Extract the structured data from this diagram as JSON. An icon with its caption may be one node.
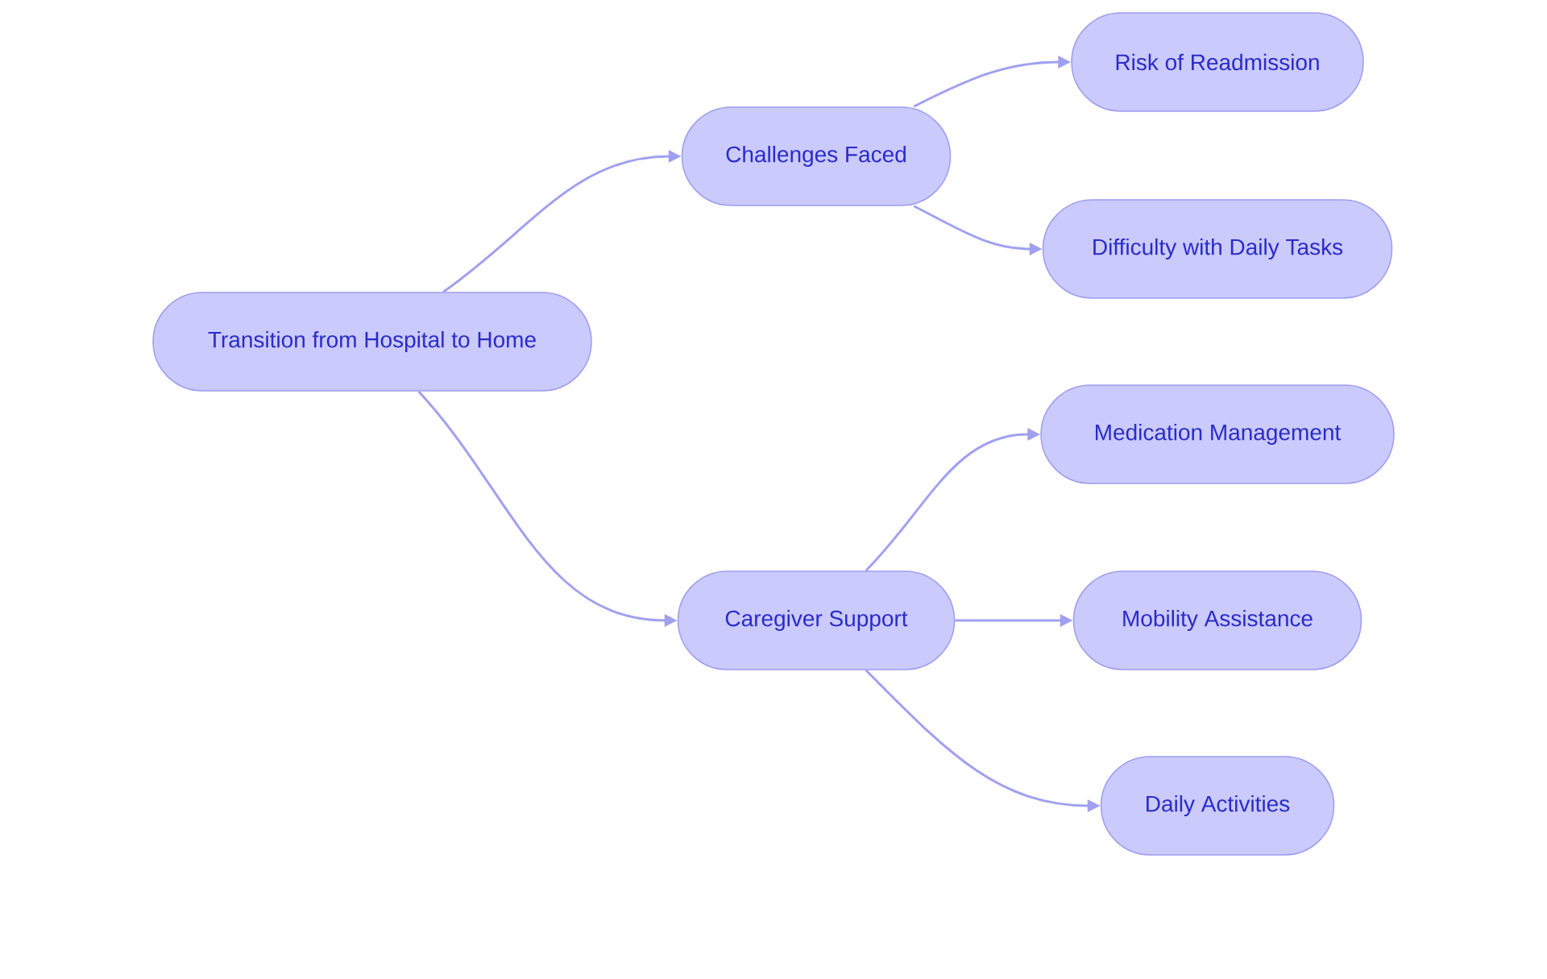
{
  "diagram": {
    "nodes": [
      {
        "text": [
          "Transition from Hospital to Home"
        ]
      },
      {
        "text": [
          "Challenges Faced"
        ]
      },
      {
        "text": [
          "Risk of Readmission"
        ]
      },
      {
        "text": [
          "Difficulty with Daily Tasks"
        ]
      },
      {
        "text": [
          "Caregiver Support"
        ]
      },
      {
        "text": [
          "Medication Management"
        ]
      },
      {
        "text": [
          "Mobility Assistance"
        ]
      },
      {
        "text": [
          "Daily Activities"
        ]
      }
    ],
    "edges": [
      {
        "from": 0,
        "to": 1,
        "arrow": "to"
      },
      {
        "from": 0,
        "to": 4,
        "arrow": "to"
      },
      {
        "from": 1,
        "to": 2,
        "arrow": "to"
      },
      {
        "from": 1,
        "to": 3,
        "arrow": "to"
      },
      {
        "from": 4,
        "to": 5,
        "arrow": "to"
      },
      {
        "from": 4,
        "to": 6,
        "arrow": "to"
      },
      {
        "from": 4,
        "to": 7,
        "arrow": "to"
      }
    ]
  }
}
